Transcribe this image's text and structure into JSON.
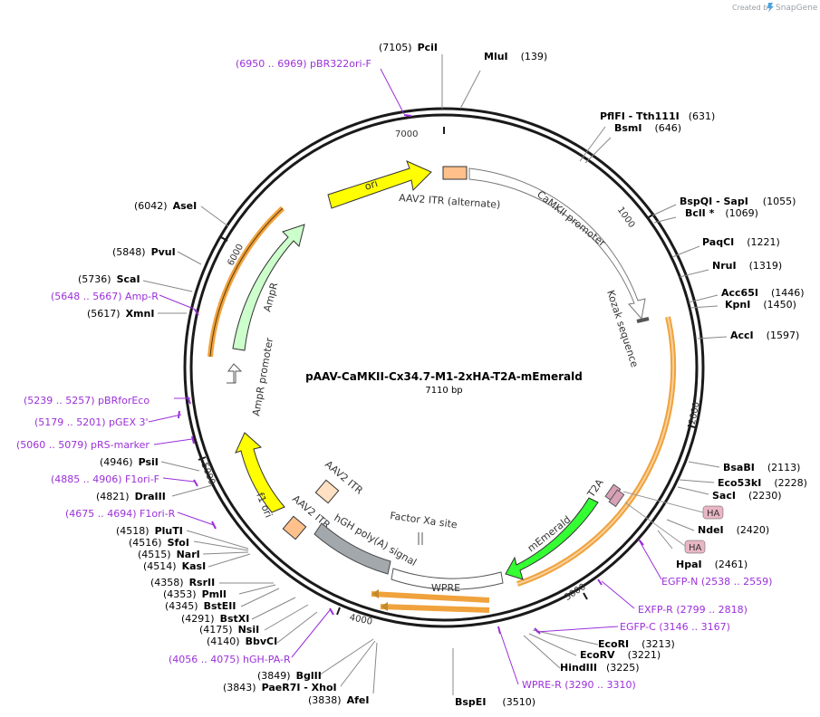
{
  "brand": {
    "created_by": "Created by",
    "app_name": "SnapGene"
  },
  "plasmid": {
    "name": "pAAV-CaMKII-Cx34.7-M1-2xHA-T2A-mEmerald",
    "length": "7110 bp"
  },
  "ticks": {
    "t1000": "1000",
    "t2000": "2000",
    "t3000": "3000",
    "t4000": "4000",
    "t5000": "5000",
    "t6000": "6000",
    "t7000": "7000"
  },
  "sites": [
    {
      "name": "PciI",
      "pos": "(7105)"
    },
    {
      "name": "MluI",
      "pos": "(139)"
    },
    {
      "name": "PflFI  - Tth111I",
      "pos": "(631)"
    },
    {
      "name": "BsmI",
      "pos": "(646)"
    },
    {
      "name": "BspQI  - SapI",
      "pos": "(1055)"
    },
    {
      "name": "BclI *",
      "pos": "(1069)"
    },
    {
      "name": "PaqCI",
      "pos": "(1221)"
    },
    {
      "name": "NruI",
      "pos": "(1319)"
    },
    {
      "name": "Acc65I",
      "pos": "(1446)"
    },
    {
      "name": "KpnI",
      "pos": "(1450)"
    },
    {
      "name": "AccI",
      "pos": "(1597)"
    },
    {
      "name": "BsaBI",
      "pos": "(2113)"
    },
    {
      "name": "Eco53kI",
      "pos": "(2228)"
    },
    {
      "name": "SacI",
      "pos": "(2230)"
    },
    {
      "name": "NdeI",
      "pos": "(2420)"
    },
    {
      "name": "HpaI",
      "pos": "(2461)"
    },
    {
      "name": "EcoRI",
      "pos": "(3213)"
    },
    {
      "name": "EcoRV",
      "pos": "(3221)"
    },
    {
      "name": "HindIII",
      "pos": "(3225)"
    },
    {
      "name": "BspEI",
      "pos": "(3510)"
    },
    {
      "name": "AfeI",
      "pos": "(3838)"
    },
    {
      "name": "PaeR7I  - XhoI",
      "pos": "(3843)"
    },
    {
      "name": "BglII",
      "pos": "(3849)"
    },
    {
      "name": "BbvCI",
      "pos": "(4140)"
    },
    {
      "name": "NsiI",
      "pos": "(4175)"
    },
    {
      "name": "BstXI",
      "pos": "(4291)"
    },
    {
      "name": "BstEII",
      "pos": "(4345)"
    },
    {
      "name": "PmlI",
      "pos": "(4353)"
    },
    {
      "name": "RsrII",
      "pos": "(4358)"
    },
    {
      "name": "KasI",
      "pos": "(4514)"
    },
    {
      "name": "NarI",
      "pos": "(4515)"
    },
    {
      "name": "SfoI",
      "pos": "(4516)"
    },
    {
      "name": "PluTI",
      "pos": "(4518)"
    },
    {
      "name": "DraIII",
      "pos": "(4821)"
    },
    {
      "name": "PsiI",
      "pos": "(4946)"
    },
    {
      "name": "XmnI",
      "pos": "(5617)"
    },
    {
      "name": "ScaI",
      "pos": "(5736)"
    },
    {
      "name": "PvuI",
      "pos": "(5848)"
    },
    {
      "name": "AseI",
      "pos": "(6042)"
    }
  ],
  "primers": [
    {
      "label": "(6950 .. 6969)  pBR322ori-F"
    },
    {
      "label": "(5648 .. 5667)  Amp-R"
    },
    {
      "label": "(5239 .. 5257)  pBRforEco"
    },
    {
      "label": "(5179 .. 5201)  pGEX 3'"
    },
    {
      "label": "(5060 .. 5079)  pRS-marker"
    },
    {
      "label": "(4885 .. 4906)  F1ori-F"
    },
    {
      "label": "(4675 .. 4694)  F1ori-R"
    },
    {
      "label": "(4056 .. 4075)  hGH-PA-R"
    },
    {
      "label": "EGFP-N   (2538 .. 2559)"
    },
    {
      "label": "EXFP-R   (2799 .. 2818)"
    },
    {
      "label": "EGFP-C   (3146 .. 3167)"
    },
    {
      "label": "WPRE-R   (3290 .. 3310)"
    }
  ],
  "features": {
    "ori": "ori",
    "aav2_itr_alt": "AAV2 ITR (alternate)",
    "camkii": "CaMKII promoter",
    "kozak": "Kozak sequence",
    "ampr": "AmpR",
    "ampr_promoter": "AmpR promoter",
    "f1ori": "f1 ori",
    "aav2_itr_1": "AAV2 ITR",
    "aav2_itr_2": "AAV2 ITR",
    "hgh": "hGH poly(A) signal",
    "factor_xa": "Factor Xa site",
    "wpre": "WPRE",
    "memerald": "mEmerald",
    "t2a": "T2A",
    "ha1": "HA",
    "ha2": "HA"
  },
  "colors": {
    "backbone": "#1a1a1a",
    "primer": "#9b30d9",
    "ori": "#ffff00",
    "ampr": "#ccffcc",
    "memerald": "#33ff33",
    "wpre_box": "#ffffff",
    "hgh": "#a3a8ad",
    "itr": "#ffc08c",
    "orange": "#f0a23c"
  }
}
